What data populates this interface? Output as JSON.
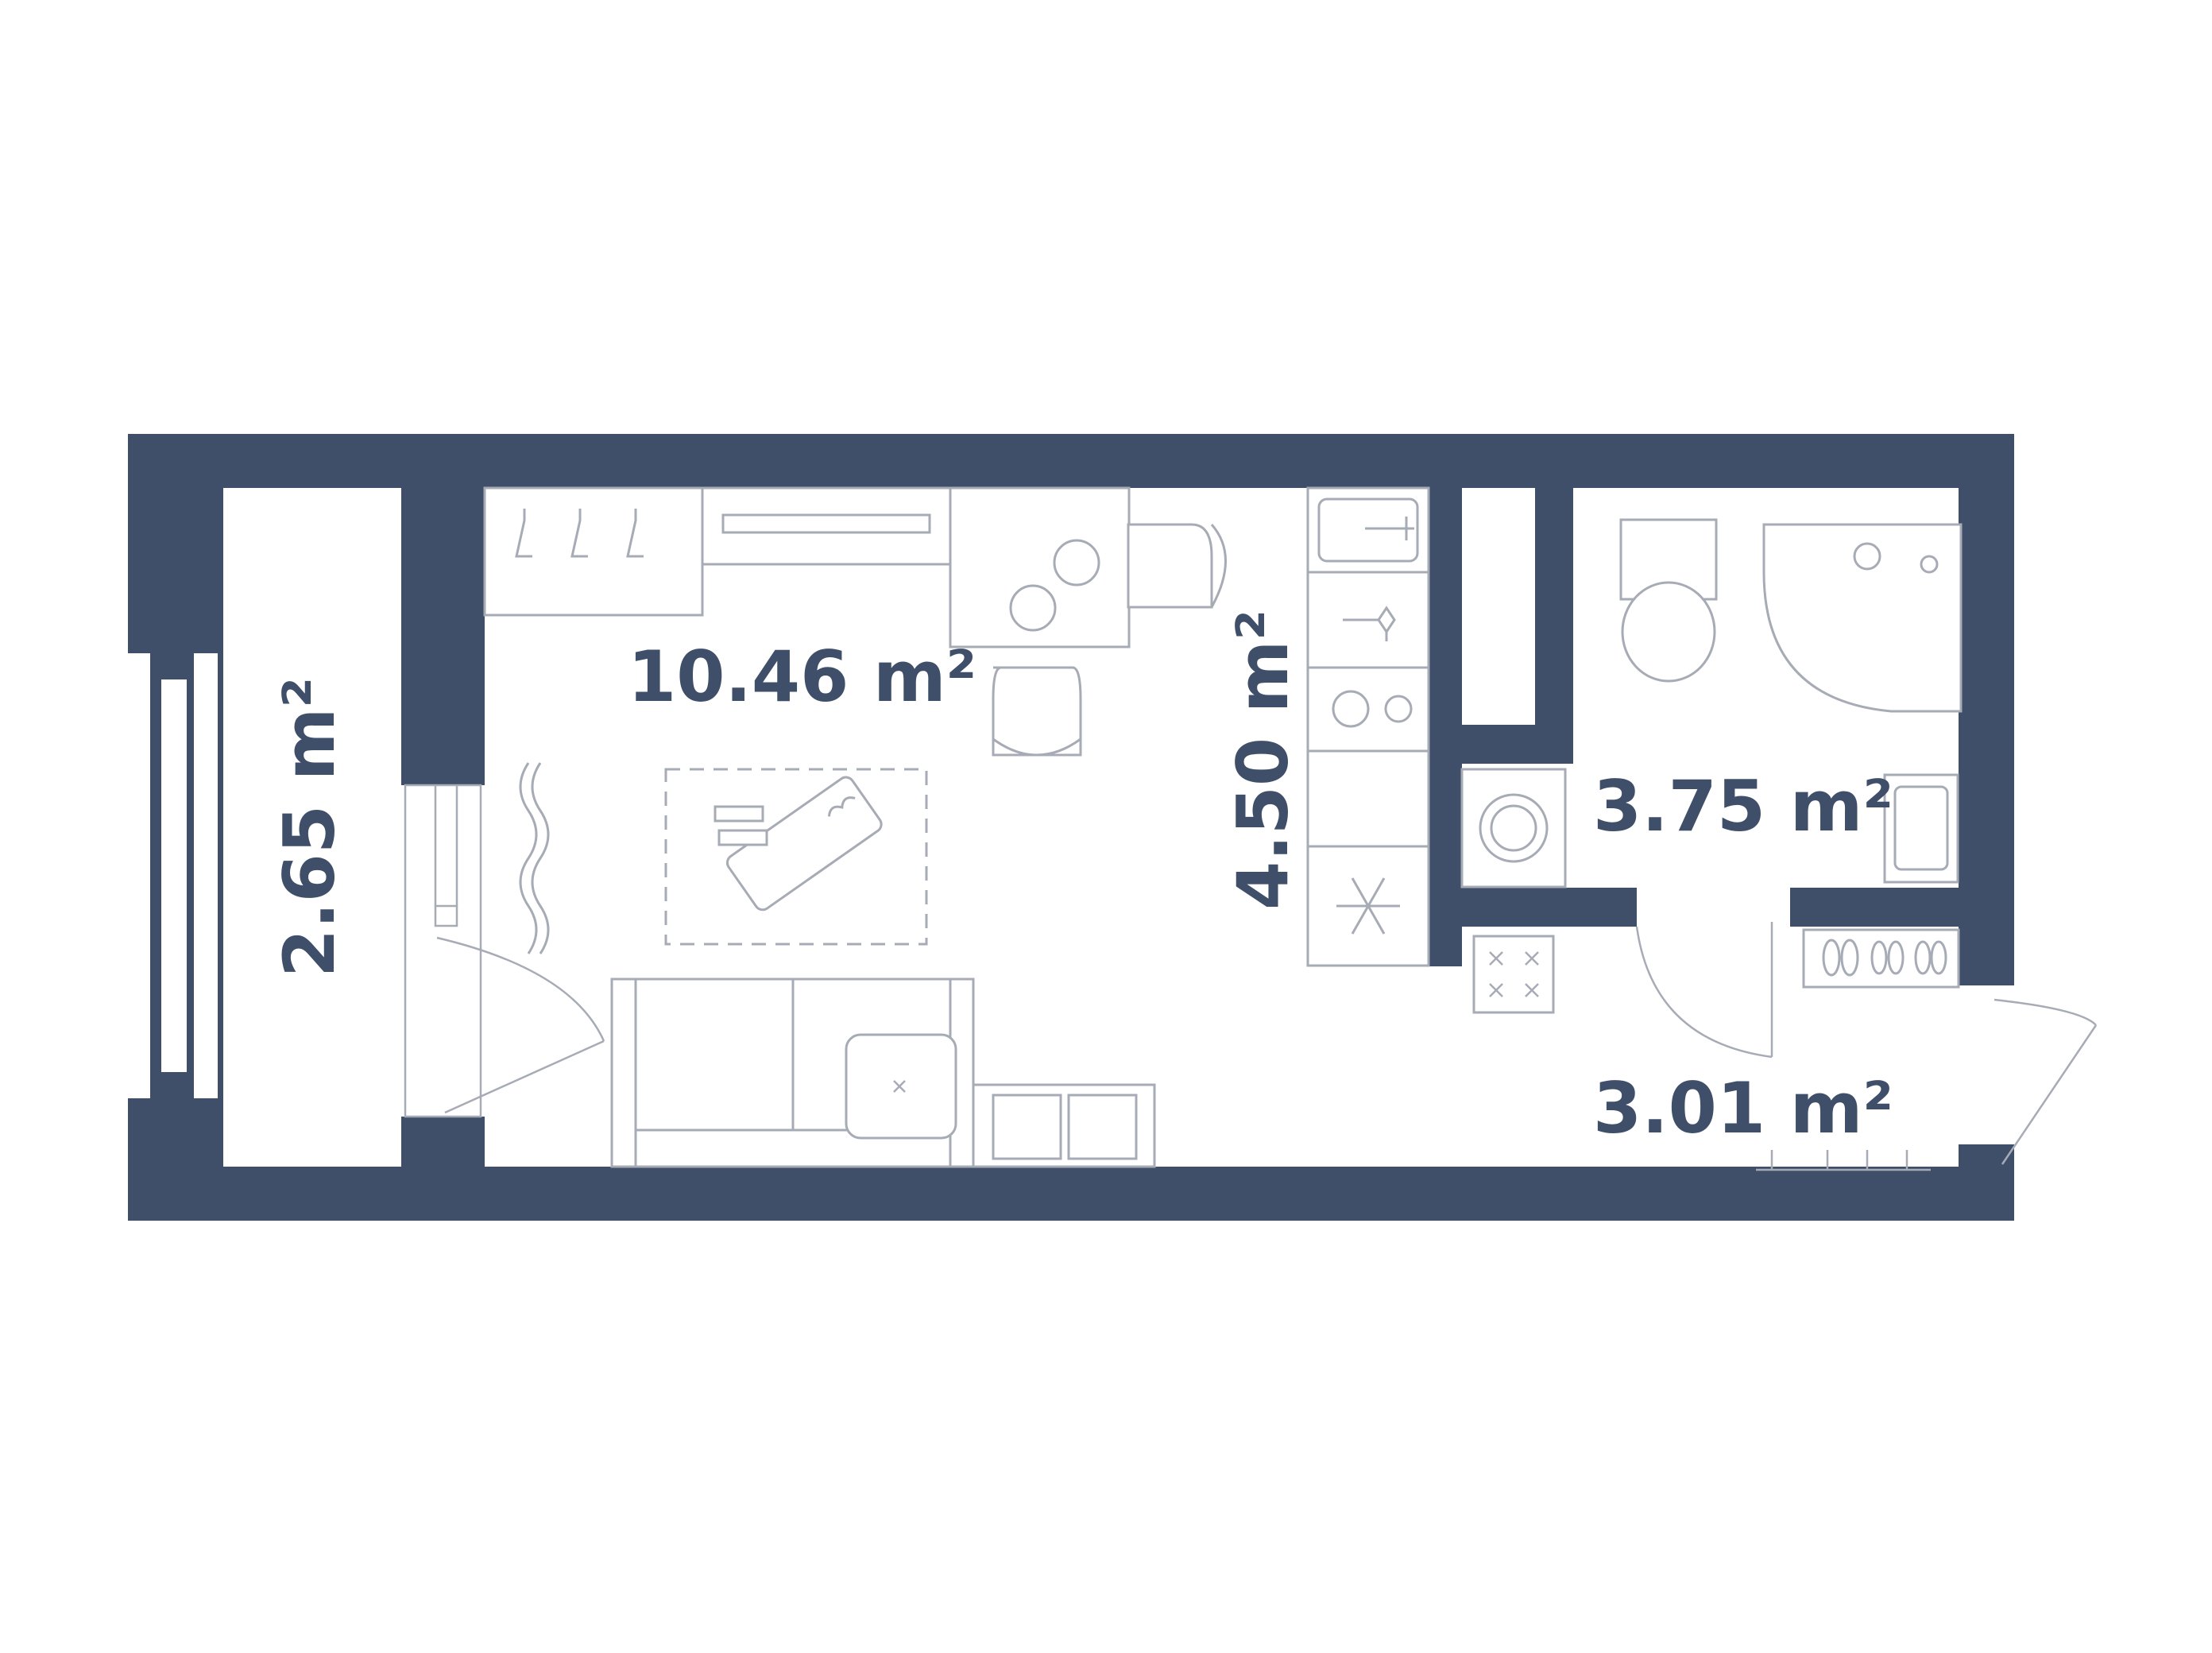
{
  "colors": {
    "wall": "#3f4f69",
    "line": "#a6abb5"
  },
  "rooms": {
    "living": {
      "area": "10.46 m²"
    },
    "kitchen": {
      "area": "4.50 m²"
    },
    "bathroom": {
      "area": "3.75 m²"
    },
    "hall": {
      "area": "3.01 m²"
    },
    "balcony": {
      "area": "2.65 m²"
    }
  },
  "icons": [
    "wardrobe-hanger-icon",
    "dumbbell-icon",
    "yoga-mat-icon",
    "snowflake-icon",
    "cushion-icon",
    "shoes-icon"
  ]
}
